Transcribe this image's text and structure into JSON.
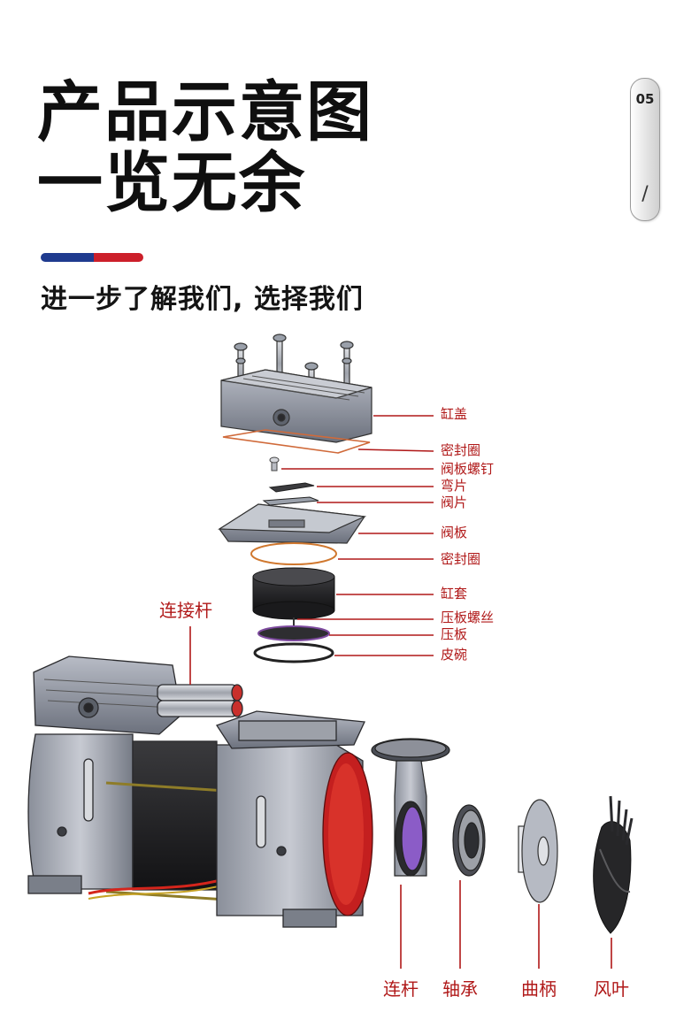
{
  "heading": {
    "line1": "产品示意图",
    "line2": "一览无余"
  },
  "badge": {
    "number": "05",
    "slash": "/"
  },
  "subtitle": "进一步了解我们, 选择我们",
  "colors": {
    "accent_blue": "#1f3b8f",
    "accent_red": "#cc1f2a",
    "label_red": "#b01818"
  },
  "labels": {
    "cylinder_cover": "缸盖",
    "seal_ring_1": "密封圈",
    "valve_plate_screw": "阀板螺钉",
    "bent_piece": "弯片",
    "valve_piece": "阀片",
    "valve_plate": "阀板",
    "seal_ring_2": "密封圈",
    "cylinder_sleeve": "缸套",
    "press_plate_screw": "压板螺丝",
    "press_plate": "压板",
    "leather_cup": "皮碗",
    "connecting_rod_top": "连接杆",
    "connecting_rod_bottom": "连杆",
    "bearing": "轴承",
    "crank": "曲柄",
    "fan_blade": "风叶"
  }
}
